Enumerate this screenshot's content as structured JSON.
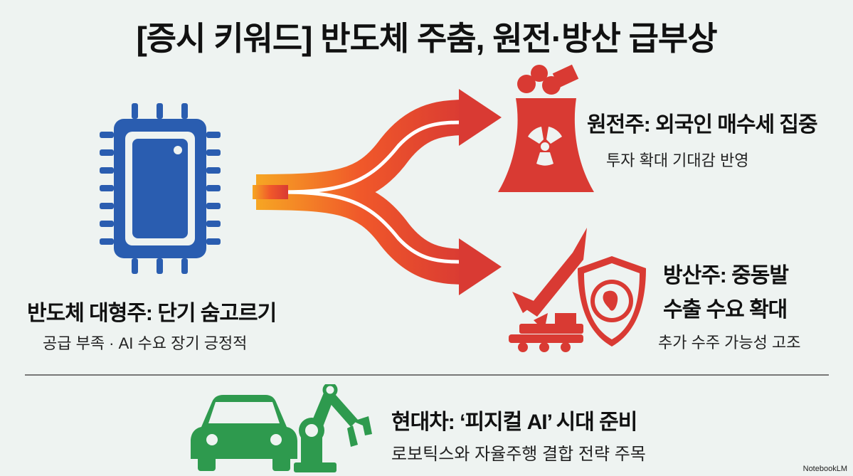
{
  "title": "[증시 키워드] 반도체 주춤, 원전·방산 급부상",
  "colors": {
    "chip": "#2a5db0",
    "red": "#d93a33",
    "orange": "#f6a623",
    "green": "#2e9a4e",
    "background": "#eef3f1"
  },
  "semiconductor": {
    "heading": "반도체 대형주: 단기 숨고르기",
    "sub": "공급 부족 · AI 수요 장기 긍정적",
    "icon": "chip-icon"
  },
  "nuclear": {
    "heading": "원전주: 외국인 매수세 집중",
    "sub": "투자 확대 기대감 반영",
    "icon": "nuclear-plant-icon"
  },
  "defense": {
    "heading_line1": "방산주: 중동발",
    "heading_line2": "수출 수요 확대",
    "sub": "추가 수주 가능성 고조",
    "icon": "missile-launcher-icon"
  },
  "hyundai": {
    "heading": "현대차: ‘피지컬 AI’ 시대 준비",
    "sub": "로보틱스와 자율주행 결합 전략 주목",
    "icon": "car-robot-arm-icon"
  },
  "watermark": "NotebookLM"
}
